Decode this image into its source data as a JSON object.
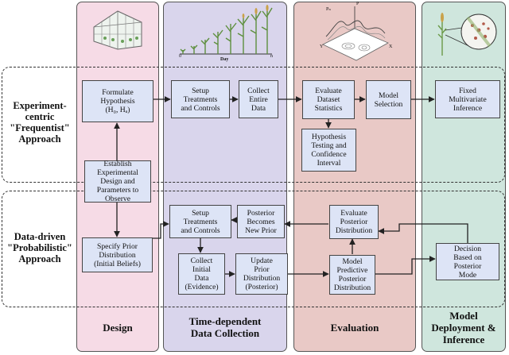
{
  "columns": {
    "design": "Design",
    "collection": "Time-dependent\nData Collection",
    "evaluation": "Evaluation",
    "deployment": "Model\nDeployment &\nInference"
  },
  "rows": {
    "frequentist": "Experiment-\ncentric\n\"Frequentist\"\nApproach",
    "probabilistic": "Data-driven\n\"Probabilistic\"\nApproach"
  },
  "boxes": {
    "formulate": "Formulate\nHypothesis\n(H₀, Hₐ)",
    "establish": "Establish\nExperimental\nDesign and\nParameters to\nObserve",
    "prior": "Specify Prior\nDistribution\n(Initial Beliefs)",
    "setup_freq": "Setup\nTreatments\nand Controls",
    "collect_entire": "Collect\nEntire\nData",
    "setup_prob": "Setup\nTreatments\nand Controls",
    "posterior_prior": "Posterior\nBecomes\nNew Prior",
    "collect_initial": "Collect\nInitial\nData\n(Evidence)",
    "update_prior": "Update\nPrior\nDistribution\n(Posterior)",
    "evaluate_stats": "Evaluate\nDataset\nStatistics",
    "model_selection": "Model\nSelection",
    "hypothesis_testing": "Hypothesis\nTesting and\nConfidence\nInterval",
    "evaluate_posterior": "Evaluate\nPosterior\nDistribution",
    "model_predictive": "Model\nPredictive\nPosterior\nDistribution",
    "fixed_inference": "Fixed\nMultivariate\nInference",
    "decision": "Decision\nBased on\nPosterior\nMode"
  },
  "illustration": {
    "time_axis_label": "Day",
    "time_start": "0",
    "time_end": "n",
    "plot_axis_labels": [
      "Pₙ",
      "P",
      "Y",
      "X"
    ]
  },
  "colors": {
    "design": "#f6dbe6",
    "collection": "#d9d5ec",
    "evaluation": "#e9c9c6",
    "deployment": "#cfe6dd",
    "box": "#dde4f6"
  }
}
